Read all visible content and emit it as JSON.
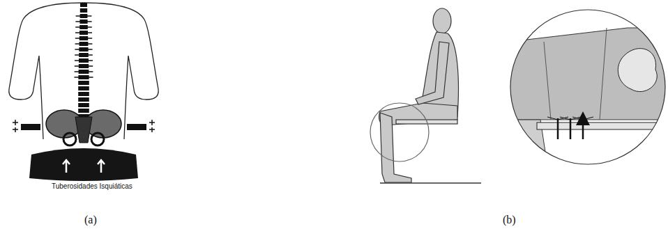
{
  "diagram": {
    "labels": [
      "Tuberosidades Isquiáticas",
      "(a)",
      "(b)"
    ]
  }
}
